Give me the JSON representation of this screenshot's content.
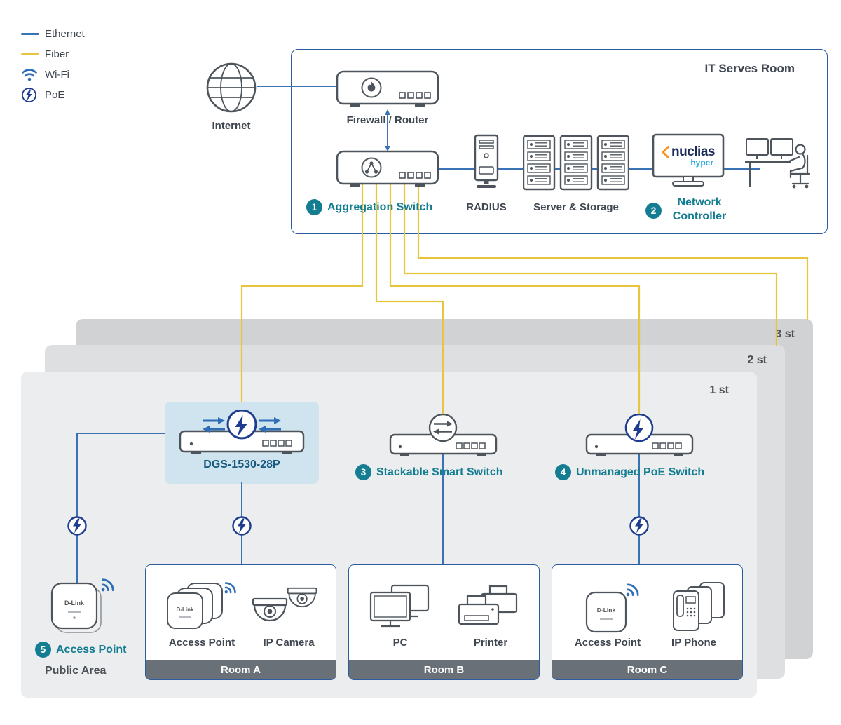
{
  "colors": {
    "ethernet": "#3a73b5",
    "fiber": "#e8c53f",
    "teal": "#147d91",
    "poe_navy": "#1f3d8f",
    "device_gray": "#4d545b",
    "dgs_label": "#15597f",
    "room_bar": "#6a7077",
    "dgs_highlight": "#cfe4ee",
    "nuclias_navy": "#1b2a59",
    "nuclias_cyan": "#29abe2",
    "nuclias_orange": "#f7941e"
  },
  "legend": {
    "items": [
      {
        "label": "Ethernet"
      },
      {
        "label": "Fiber"
      },
      {
        "label": "Wi-Fi"
      },
      {
        "label": "PoE"
      }
    ]
  },
  "it_room": {
    "title": "IT Serves Room",
    "internet_label": "Internet",
    "firewall_label": "Firewall / Router",
    "aggregation_num": "1",
    "aggregation_label": "Aggregation Switch",
    "radius_label": "RADIUS",
    "server_label": "Server & Storage",
    "controller_num": "2",
    "controller_label_line1": "Network",
    "controller_label_line2": "Controller",
    "nuclias_name": "nuclias",
    "nuclias_sub": "hyper"
  },
  "floors": [
    {
      "label": "3 st"
    },
    {
      "label": "2 st"
    },
    {
      "label": "1 st"
    }
  ],
  "floor1": {
    "dgs_label": "DGS-1530-28P",
    "stackable_num": "3",
    "stackable_label": "Stackable Smart Switch",
    "unmanaged_num": "4",
    "unmanaged_label": "Unmanaged PoE Switch",
    "public_ap_num": "5",
    "public_ap_label": "Access Point",
    "public_area_label": "Public Area",
    "rooms": [
      {
        "name": "Room A",
        "devices": [
          {
            "label": "Access Point"
          },
          {
            "label": "IP Camera"
          }
        ]
      },
      {
        "name": "Room B",
        "devices": [
          {
            "label": "PC"
          },
          {
            "label": "Printer"
          }
        ]
      },
      {
        "name": "Room C",
        "devices": [
          {
            "label": "Access Point"
          },
          {
            "label": "IP Phone"
          }
        ]
      }
    ]
  },
  "brand": {
    "name": "D-Link"
  }
}
